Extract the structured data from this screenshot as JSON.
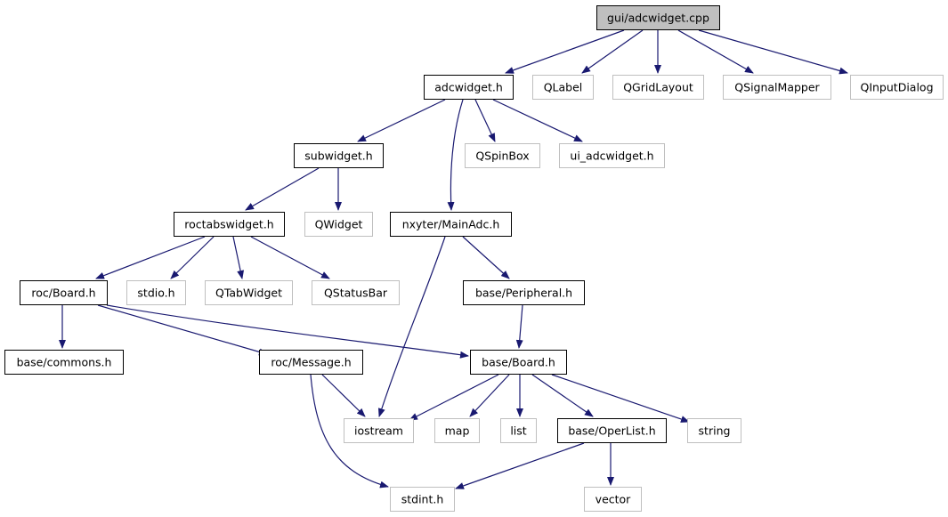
{
  "root": "gui/adcwidget.cpp",
  "colors": {
    "edge": "#191970",
    "root_fill": "#bfbfbf",
    "documented_border": "#000000",
    "external_border": "#bfbfbf"
  },
  "nodes": [
    {
      "id": "adcwidget_cpp",
      "label": "gui/adcwidget.cpp",
      "kind": "root"
    },
    {
      "id": "adcwidget_h",
      "label": "adcwidget.h",
      "kind": "documented"
    },
    {
      "id": "QLabel",
      "label": "QLabel",
      "kind": "external"
    },
    {
      "id": "QGridLayout",
      "label": "QGridLayout",
      "kind": "external"
    },
    {
      "id": "QSignalMapper",
      "label": "QSignalMapper",
      "kind": "external"
    },
    {
      "id": "QInputDialog",
      "label": "QInputDialog",
      "kind": "external"
    },
    {
      "id": "subwidget_h",
      "label": "subwidget.h",
      "kind": "documented"
    },
    {
      "id": "QSpinBox",
      "label": "QSpinBox",
      "kind": "external"
    },
    {
      "id": "ui_adcwidget_h",
      "label": "ui_adcwidget.h",
      "kind": "external"
    },
    {
      "id": "roctabswidget_h",
      "label": "roctabswidget.h",
      "kind": "documented"
    },
    {
      "id": "QWidget",
      "label": "QWidget",
      "kind": "external"
    },
    {
      "id": "nxyter_MainAdc_h",
      "label": "nxyter/MainAdc.h",
      "kind": "documented"
    },
    {
      "id": "roc_Board_h",
      "label": "roc/Board.h",
      "kind": "documented"
    },
    {
      "id": "stdio_h",
      "label": "stdio.h",
      "kind": "external"
    },
    {
      "id": "QTabWidget",
      "label": "QTabWidget",
      "kind": "external"
    },
    {
      "id": "QStatusBar",
      "label": "QStatusBar",
      "kind": "external"
    },
    {
      "id": "base_Peripheral_h",
      "label": "base/Peripheral.h",
      "kind": "documented"
    },
    {
      "id": "base_commons_h",
      "label": "base/commons.h",
      "kind": "documented"
    },
    {
      "id": "roc_Message_h",
      "label": "roc/Message.h",
      "kind": "documented"
    },
    {
      "id": "base_Board_h",
      "label": "base/Board.h",
      "kind": "documented"
    },
    {
      "id": "iostream",
      "label": "iostream",
      "kind": "external"
    },
    {
      "id": "map",
      "label": "map",
      "kind": "external"
    },
    {
      "id": "list",
      "label": "list",
      "kind": "external"
    },
    {
      "id": "base_OperList_h",
      "label": "base/OperList.h",
      "kind": "documented"
    },
    {
      "id": "string",
      "label": "string",
      "kind": "external"
    },
    {
      "id": "stdint_h",
      "label": "stdint.h",
      "kind": "external"
    },
    {
      "id": "vector",
      "label": "vector",
      "kind": "external"
    }
  ],
  "edges": [
    {
      "from": "adcwidget_cpp",
      "to": "adcwidget_h"
    },
    {
      "from": "adcwidget_cpp",
      "to": "QLabel"
    },
    {
      "from": "adcwidget_cpp",
      "to": "QGridLayout"
    },
    {
      "from": "adcwidget_cpp",
      "to": "QSignalMapper"
    },
    {
      "from": "adcwidget_cpp",
      "to": "QInputDialog"
    },
    {
      "from": "adcwidget_h",
      "to": "subwidget_h"
    },
    {
      "from": "adcwidget_h",
      "to": "nxyter_MainAdc_h"
    },
    {
      "from": "adcwidget_h",
      "to": "QSpinBox"
    },
    {
      "from": "adcwidget_h",
      "to": "ui_adcwidget_h"
    },
    {
      "from": "subwidget_h",
      "to": "roctabswidget_h"
    },
    {
      "from": "subwidget_h",
      "to": "QWidget"
    },
    {
      "from": "roctabswidget_h",
      "to": "roc_Board_h"
    },
    {
      "from": "roctabswidget_h",
      "to": "stdio_h"
    },
    {
      "from": "roctabswidget_h",
      "to": "QTabWidget"
    },
    {
      "from": "roctabswidget_h",
      "to": "QStatusBar"
    },
    {
      "from": "nxyter_MainAdc_h",
      "to": "iostream"
    },
    {
      "from": "nxyter_MainAdc_h",
      "to": "base_Peripheral_h"
    },
    {
      "from": "base_Peripheral_h",
      "to": "base_Board_h"
    },
    {
      "from": "roc_Board_h",
      "to": "base_commons_h"
    },
    {
      "from": "roc_Board_h",
      "to": "roc_Message_h"
    },
    {
      "from": "roc_Board_h",
      "to": "base_Board_h"
    },
    {
      "from": "roc_Message_h",
      "to": "iostream"
    },
    {
      "from": "roc_Message_h",
      "to": "stdint_h"
    },
    {
      "from": "base_Board_h",
      "to": "iostream"
    },
    {
      "from": "base_Board_h",
      "to": "map"
    },
    {
      "from": "base_Board_h",
      "to": "list"
    },
    {
      "from": "base_Board_h",
      "to": "base_OperList_h"
    },
    {
      "from": "base_Board_h",
      "to": "string"
    },
    {
      "from": "base_OperList_h",
      "to": "stdint_h"
    },
    {
      "from": "base_OperList_h",
      "to": "vector"
    }
  ]
}
